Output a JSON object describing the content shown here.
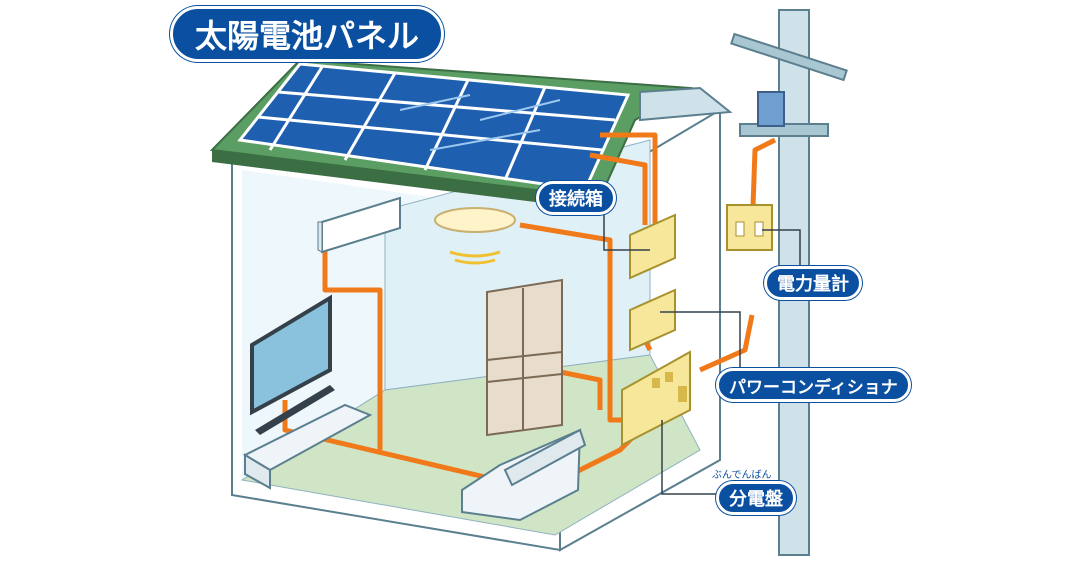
{
  "title": "太陽電池パネル",
  "labels": {
    "junction_box": "接続箱",
    "power_meter": "電力量計",
    "power_conditioner": "パワーコンディショナ",
    "distribution_board": "分電盤",
    "distribution_board_reading": "ぶんでんばん"
  },
  "colors": {
    "label_bg": "#0a4fa0",
    "wire": "#f07a1a",
    "panel": "#1f5fb0",
    "roof": "#5a9e63",
    "wall": "#e9f4f9",
    "floor": "#c9e2bf",
    "device": "#f7e79a"
  }
}
